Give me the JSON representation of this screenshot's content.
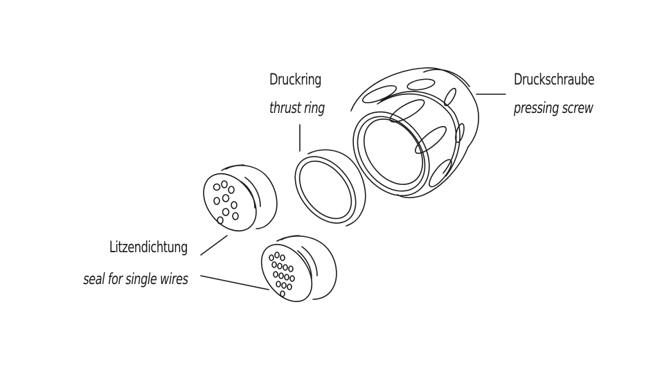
{
  "labels": {
    "druckring": {
      "de": "Druckring",
      "en": "thrust ring"
    },
    "druckschraube": {
      "de": "Druckschraube",
      "en": "pressing screw"
    },
    "litzendichtung": {
      "de": "Litzendichtung",
      "en": "seal for single wires"
    }
  }
}
